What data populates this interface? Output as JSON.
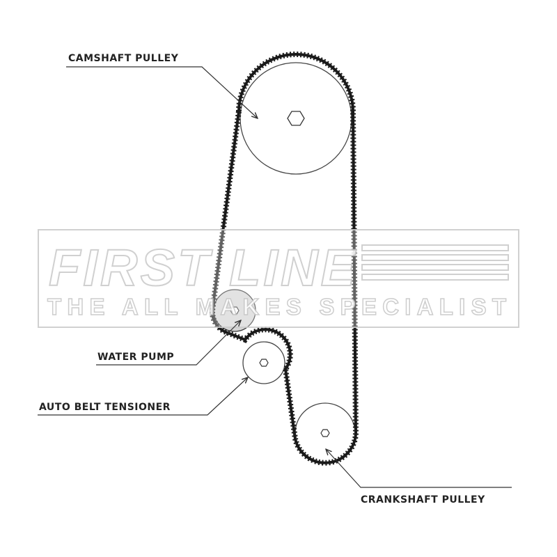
{
  "labels": {
    "camshaft": "CAMSHAFT PULLEY",
    "water_pump": "WATER PUMP",
    "tensioner": "AUTO BELT TENSIONER",
    "crankshaft": "CRANKSHAFT PULLEY"
  },
  "watermark": {
    "brand": "FIRST LINE",
    "tagline": "THE ALL MAKES SPECIALIST"
  },
  "colors": {
    "line": "#222222",
    "water_pump_fill": "#d4d4d4",
    "watermark": "#cccccc"
  }
}
